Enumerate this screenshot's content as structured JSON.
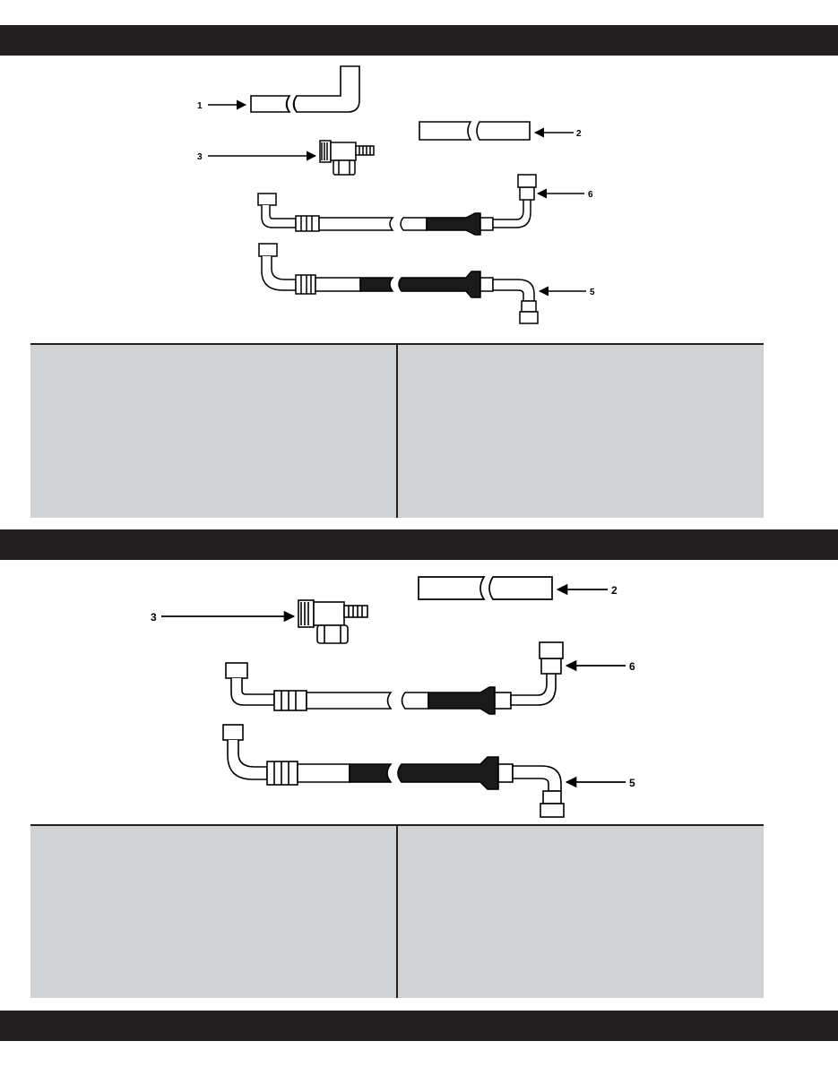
{
  "colors": {
    "header_bar": "#231f20",
    "panel_fill": "#d1d3d4",
    "hose_dark": "#1a1a1a",
    "line": "#000000"
  },
  "section1": {
    "callouts": [
      {
        "id": "callout-1",
        "text": "1"
      },
      {
        "id": "callout-2",
        "text": "2"
      },
      {
        "id": "callout-3",
        "text": "3"
      },
      {
        "id": "callout-6",
        "text": "6"
      },
      {
        "id": "callout-5",
        "text": "5"
      }
    ]
  },
  "section2": {
    "callouts": [
      {
        "id": "callout-2",
        "text": "2"
      },
      {
        "id": "callout-3",
        "text": "3"
      },
      {
        "id": "callout-6",
        "text": "6"
      },
      {
        "id": "callout-5",
        "text": "5"
      }
    ]
  }
}
